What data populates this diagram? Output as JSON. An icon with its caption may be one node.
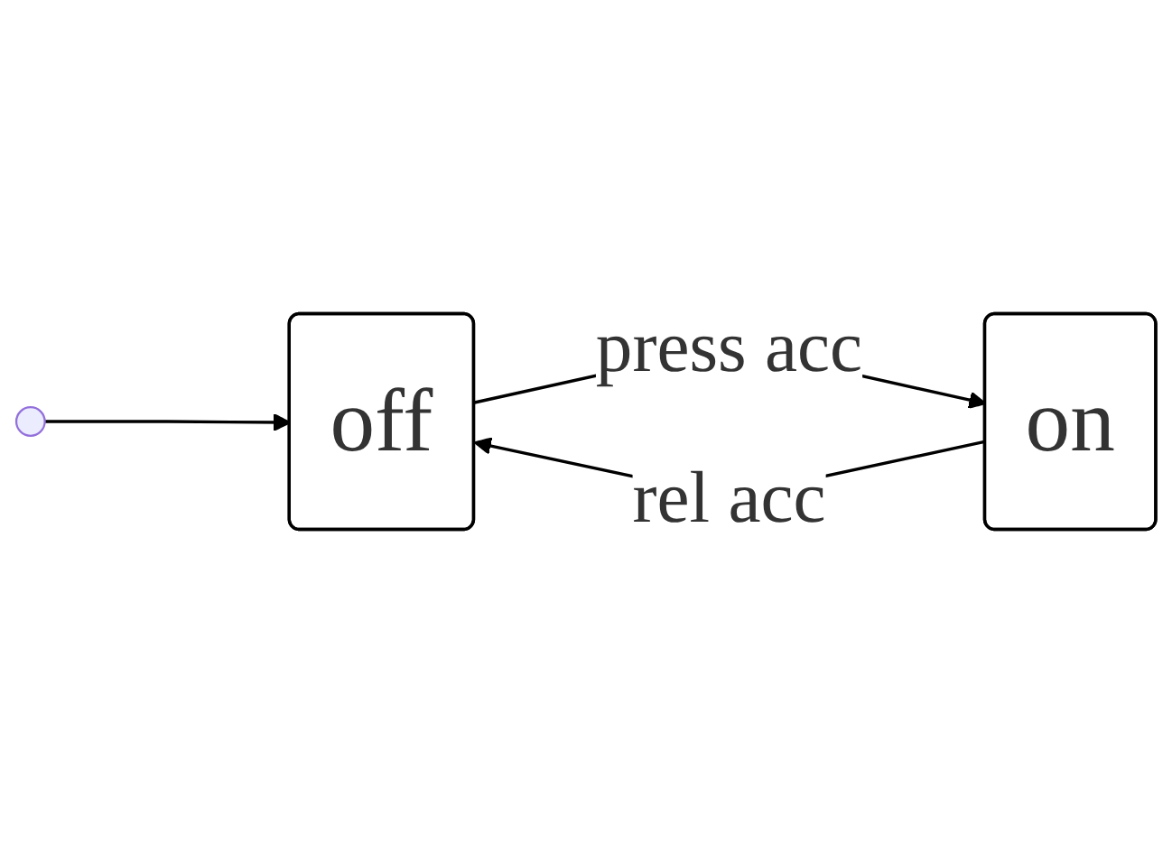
{
  "diagram": {
    "nodes": [
      {
        "text": [],
        "shape": "circle"
      },
      {
        "text": [
          "off"
        ]
      },
      {
        "text": [
          "on"
        ]
      }
    ],
    "edges": [
      {
        "from": 0,
        "to": 1,
        "arrow": "to"
      },
      {
        "from": 1,
        "to": 2,
        "arrow": "to",
        "label": "press acc"
      },
      {
        "from": 2,
        "to": 1,
        "arrow": "to",
        "label": "rel acc"
      }
    ]
  }
}
